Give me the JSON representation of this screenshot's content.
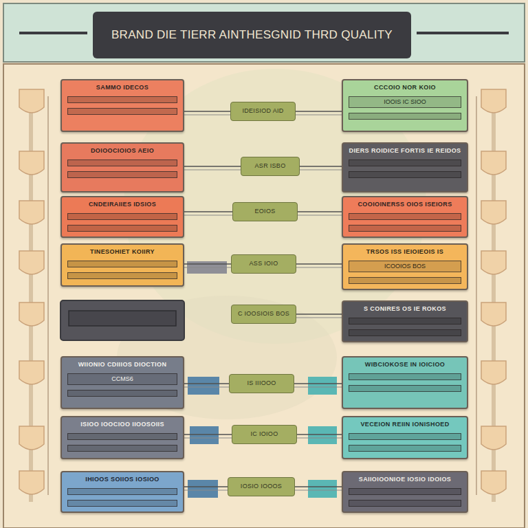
{
  "diagram": {
    "title": "BRAND DIE TIERR AINTHESGNID THRD QUALITY",
    "nodes": [
      {
        "text": [
          "SAMMO IDECOS"
        ]
      },
      {
        "text": [
          "IDEISIOD AID"
        ]
      },
      {
        "text": [
          "CCCOIO NOR KOIO",
          "IOOIS  IC SIOO"
        ]
      },
      {
        "text": [
          "DOIOOCIOIOS AEIO"
        ]
      },
      {
        "text": [
          "ASR ISBO"
        ]
      },
      {
        "text": [
          "DIERS ROIDICE FORTIS IE REIDOS"
        ]
      },
      {
        "text": [
          "CNDEIRAIIES IDSIOS"
        ]
      },
      {
        "text": [
          "EOIOS"
        ]
      },
      {
        "text": [
          "COOIOINERSS OIOS ISEIORS"
        ]
      },
      {
        "text": [
          "TINESOHIET KOIIRY"
        ]
      },
      {
        "text": [
          "ASS IOIO"
        ]
      },
      {
        "text": [
          "TRSOS ISS IEIOIEOIS IS",
          "ICOOIOS BOS"
        ]
      },
      {
        "text": [
          "C IOOSIOIS BOS"
        ]
      },
      {
        "text": [
          "S CONIRES OS IE ROKOS"
        ]
      },
      {
        "text": [
          "WIIONIO CDIIIOS DIOCTION",
          "CCMS6"
        ]
      },
      {
        "text": [
          "IS IIIOOO"
        ]
      },
      {
        "text": [
          "WIBCIOKOSE IN IOICIOO"
        ]
      },
      {
        "text": [
          "ISIOO IOOCIOO IIOOSOIIS"
        ]
      },
      {
        "text": [
          "IC IOIOO"
        ]
      },
      {
        "text": [
          "VECEION REIIN IONISHOED"
        ]
      },
      {
        "text": [
          "IHIOOS SOIIOS IOSIOO"
        ]
      },
      {
        "text": [
          "IOSIO IOOOS"
        ]
      },
      {
        "text": [
          "SAIIOIOONIOE IOSIO IDOIOS"
        ]
      }
    ],
    "edges": [
      {
        "from": 0,
        "to": 1,
        "arrow": "none"
      },
      {
        "from": 1,
        "to": 2,
        "arrow": "none"
      },
      {
        "from": 3,
        "to": 4,
        "arrow": "none"
      },
      {
        "from": 4,
        "to": 5,
        "arrow": "none"
      },
      {
        "from": 6,
        "to": 7,
        "arrow": "none"
      },
      {
        "from": 7,
        "to": 8,
        "arrow": "none"
      },
      {
        "from": 9,
        "to": 10,
        "arrow": "none"
      },
      {
        "from": 10,
        "to": 11,
        "arrow": "none"
      },
      {
        "from": 12,
        "to": 13,
        "arrow": "none"
      },
      {
        "from": 14,
        "to": 15,
        "arrow": "none"
      },
      {
        "from": 15,
        "to": 16,
        "arrow": "none"
      },
      {
        "from": 17,
        "to": 18,
        "arrow": "none"
      },
      {
        "from": 18,
        "to": 19,
        "arrow": "none"
      },
      {
        "from": 20,
        "to": 21,
        "arrow": "none"
      },
      {
        "from": 21,
        "to": 22,
        "arrow": "none"
      }
    ]
  }
}
